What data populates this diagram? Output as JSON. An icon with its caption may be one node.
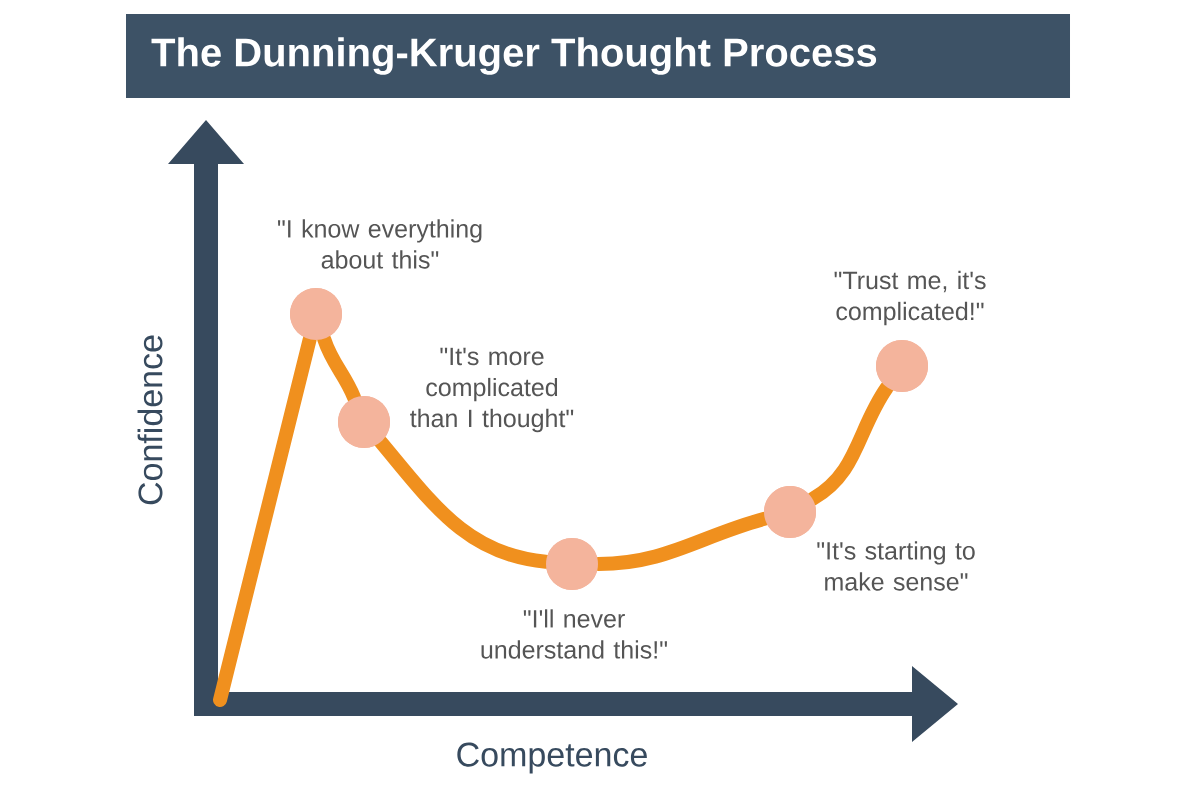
{
  "diagram": {
    "title": "The Dunning-Kruger Thought Process",
    "nodes": [
      {
        "text": [],
        "shape": "circle",
        "beside": [
          "\"I know everything about this\""
        ]
      },
      {
        "text": [],
        "shape": "circle",
        "beside": [
          "\"It's more complicated than I thought\""
        ]
      },
      {
        "text": [],
        "shape": "circle",
        "beside": [
          "\"I'll never understand this!\""
        ]
      },
      {
        "text": [],
        "shape": "circle",
        "beside": [
          "\"It's starting to make sense\""
        ]
      },
      {
        "text": [],
        "shape": "circle",
        "beside": [
          "\"Trust me, it's complicated!\""
        ]
      }
    ],
    "edges": [
      {
        "from": null,
        "to": 0,
        "arrow": "none"
      },
      {
        "from": 0,
        "to": 1,
        "arrow": "none"
      },
      {
        "from": 1,
        "to": 2,
        "arrow": "none"
      },
      {
        "from": 2,
        "to": 3,
        "arrow": "none"
      },
      {
        "from": 3,
        "to": 4,
        "arrow": "none"
      }
    ],
    "labels": [
      "Confidence",
      "Competence"
    ]
  }
}
